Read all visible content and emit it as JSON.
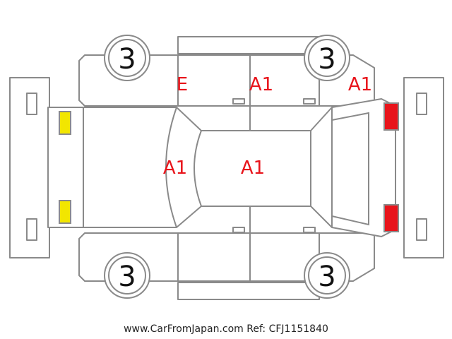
{
  "colors": {
    "outline": "#8a8a8a",
    "damage_text": "#e8141b",
    "front_light": "#f2e600",
    "rear_light": "#e8141b"
  },
  "tyres": [
    {
      "id": "tyre-front-left",
      "label": "3"
    },
    {
      "id": "tyre-rear-left",
      "label": "3"
    },
    {
      "id": "tyre-front-right",
      "label": "3"
    },
    {
      "id": "tyre-rear-right",
      "label": "3"
    }
  ],
  "damage": [
    {
      "id": "front-left-door",
      "code": "E"
    },
    {
      "id": "rear-left-door",
      "code": "A1"
    },
    {
      "id": "rear-left-quarter",
      "code": "A1"
    },
    {
      "id": "windshield",
      "code": "A1"
    },
    {
      "id": "roof",
      "code": "A1"
    }
  ],
  "watermark": "www.CarFromJapan.com Ref: CFJ1151840"
}
